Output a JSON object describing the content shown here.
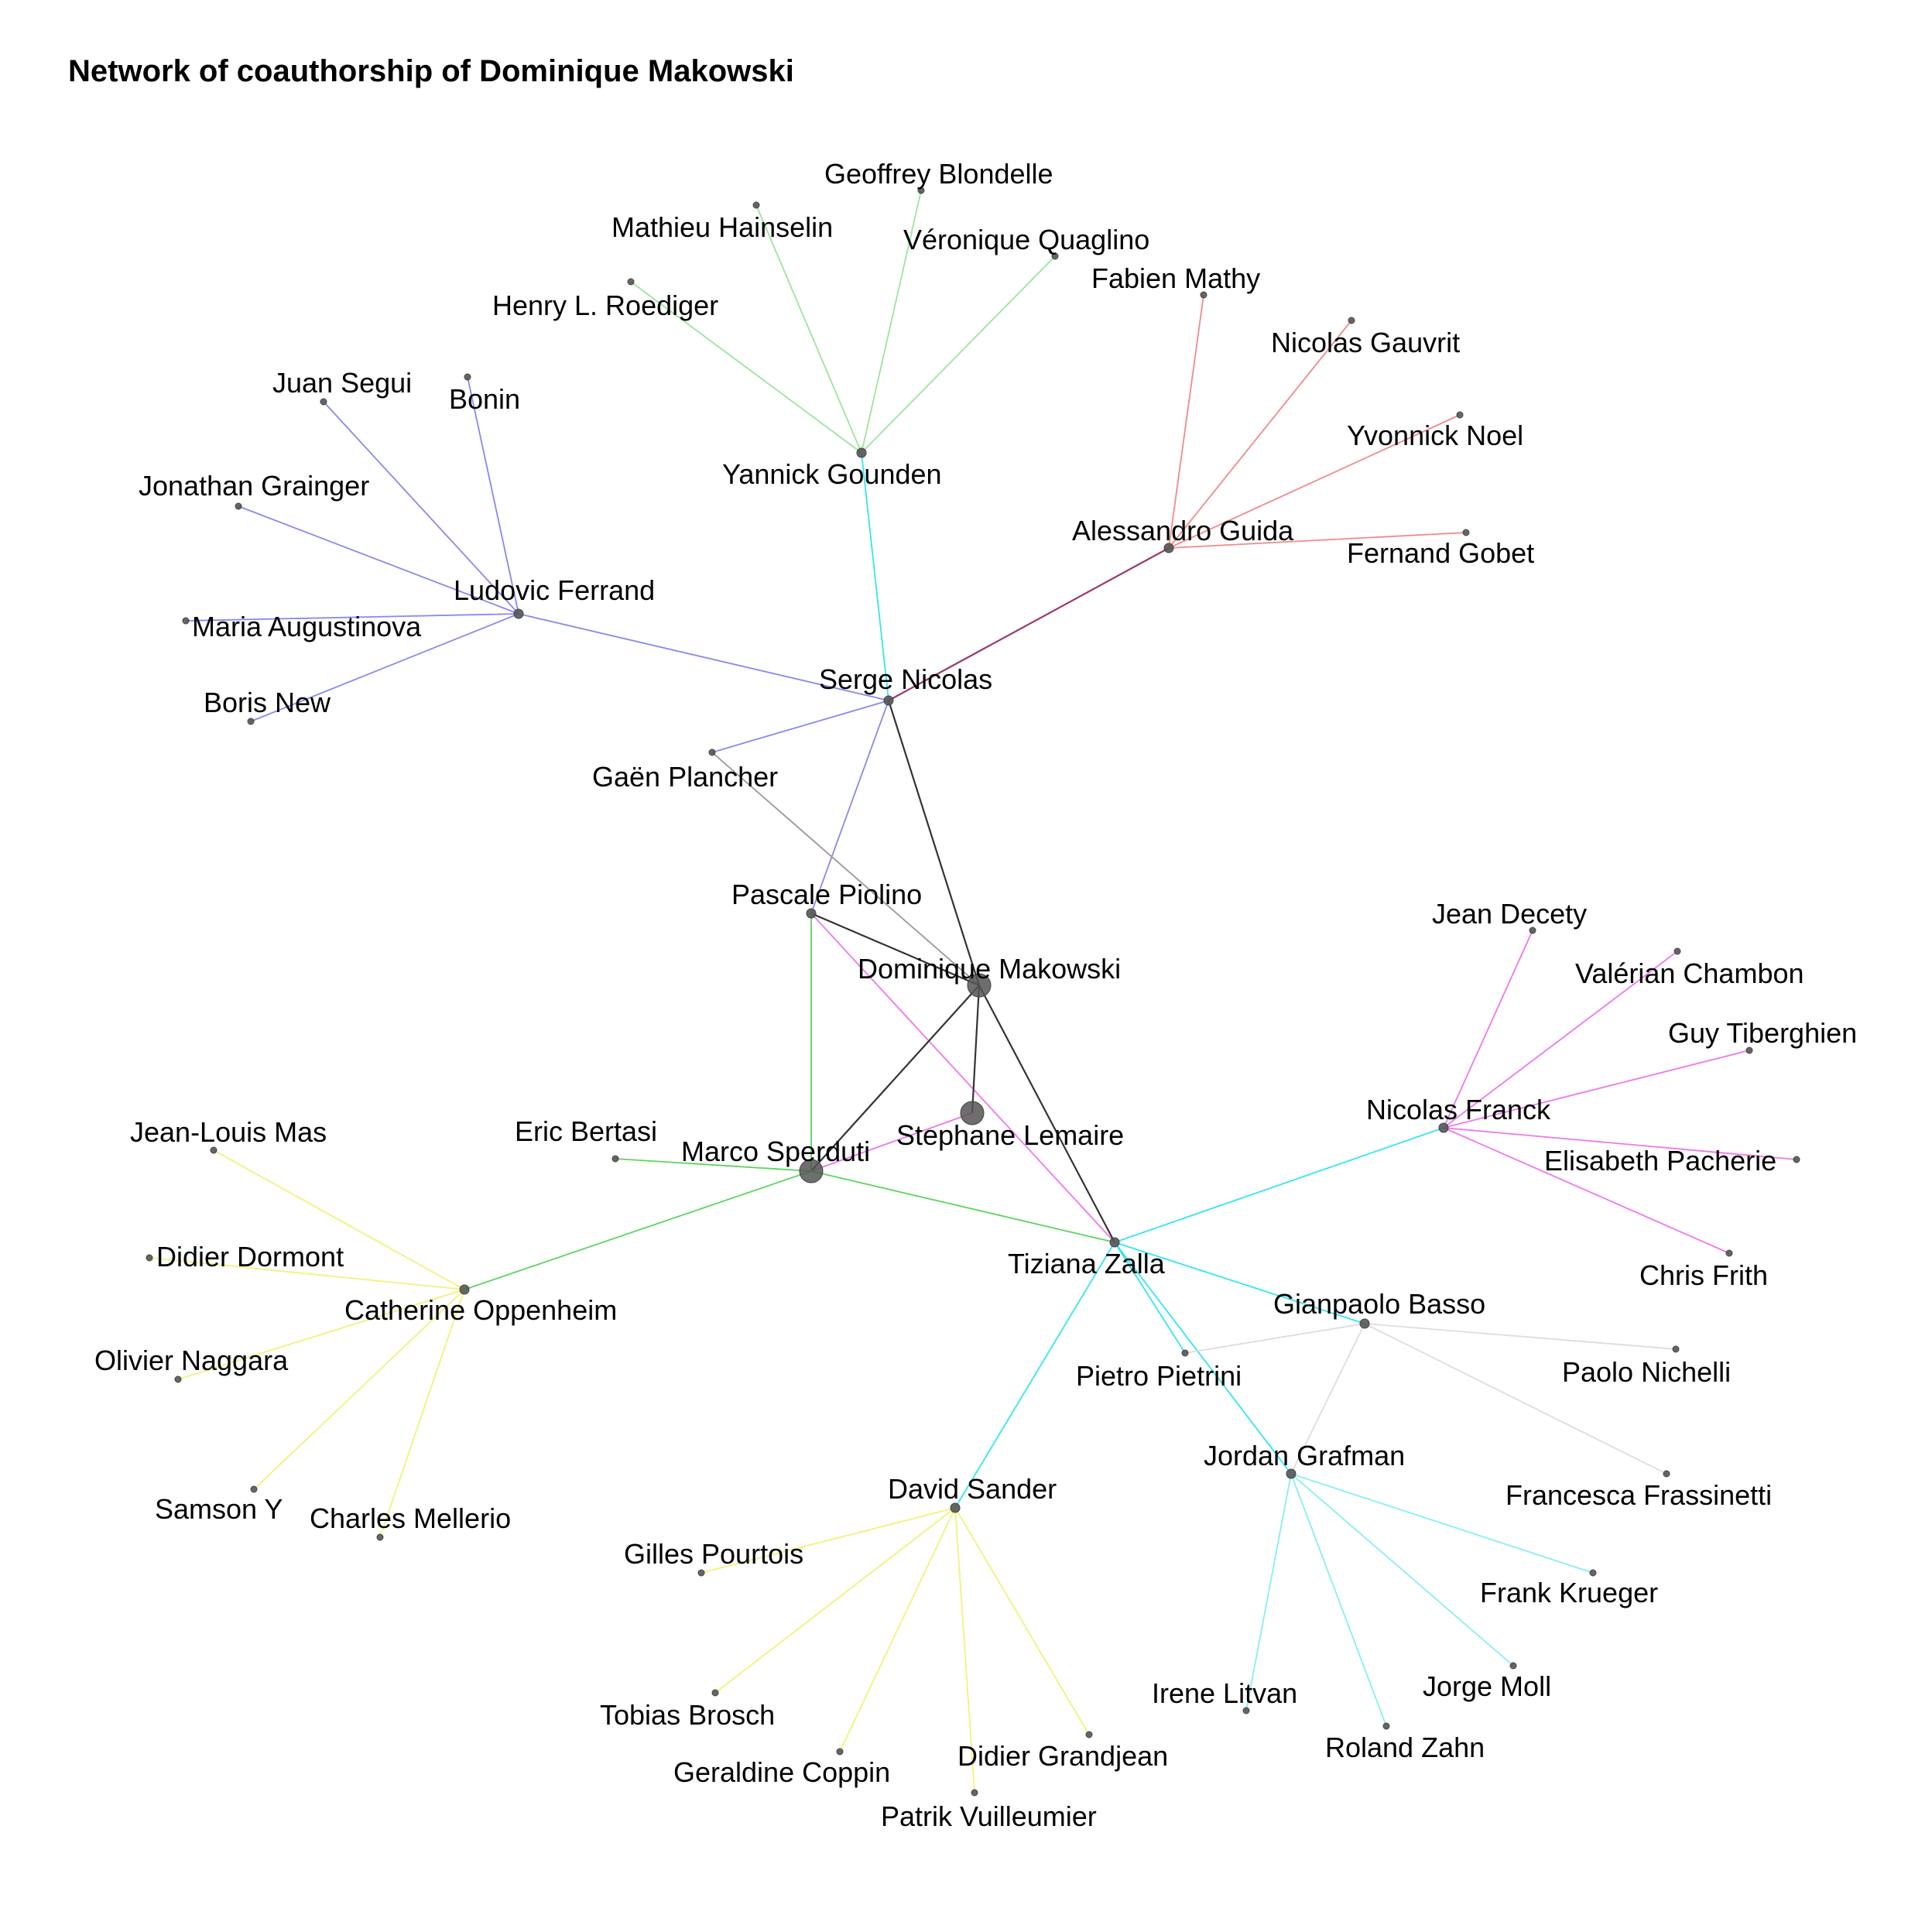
{
  "title": "Network of coauthorship of Dominique Makowski",
  "colors": {
    "green": "#5fd35f",
    "lightgreen": "#9be59b",
    "red": "#f08a8a",
    "blue": "#8888ee",
    "purple": "#9a3a70",
    "dark": "#333333",
    "gray": "#999999",
    "magenta": "#ee77ee",
    "cyan": "#33e6ee",
    "lightcyan": "#88eef2",
    "yellow": "#f2f27a",
    "lightgray": "#dddddd",
    "node": "#555555",
    "node_label": "#000000"
  },
  "nodes": [
    {
      "id": "dominique-makowski",
      "name": "Dominique Makowski",
      "size": "large"
    },
    {
      "id": "stephane-lemaire",
      "name": "Stephane Lemaire",
      "size": "large"
    },
    {
      "id": "marco-sperduti",
      "name": "Marco Sperduti",
      "size": "large"
    },
    {
      "id": "serge-nicolas",
      "name": "Serge Nicolas",
      "size": "small"
    },
    {
      "id": "pascale-piolino",
      "name": "Pascale Piolino",
      "size": "small"
    },
    {
      "id": "tiziana-zalla",
      "name": "Tiziana Zalla",
      "size": "small"
    },
    {
      "id": "yannick-gounden",
      "name": "Yannick Gounden",
      "size": "small"
    },
    {
      "id": "geoffrey-blondelle",
      "name": "Geoffrey Blondelle",
      "size": "small"
    },
    {
      "id": "mathieu-hainselin",
      "name": "Mathieu Hainselin",
      "size": "small"
    },
    {
      "id": "veronique-quaglino",
      "name": "Véronique Quaglino",
      "size": "small"
    },
    {
      "id": "henry-roediger",
      "name": "Henry L. Roediger",
      "size": "small"
    },
    {
      "id": "fabien-mathy",
      "name": "Fabien Mathy",
      "size": "small"
    },
    {
      "id": "nicolas-gauvrit",
      "name": "Nicolas Gauvrit",
      "size": "small"
    },
    {
      "id": "yvonnick-noel",
      "name": "Yvonnick Noel",
      "size": "small"
    },
    {
      "id": "alessandro-guida",
      "name": "Alessandro Guida",
      "size": "small"
    },
    {
      "id": "fernand-gobet",
      "name": "Fernand Gobet",
      "size": "small"
    },
    {
      "id": "juan-segui",
      "name": "Juan Segui",
      "size": "small"
    },
    {
      "id": "bonin",
      "name": "Bonin",
      "size": "small"
    },
    {
      "id": "jonathan-grainger",
      "name": "Jonathan Grainger",
      "size": "small"
    },
    {
      "id": "ludovic-ferrand",
      "name": "Ludovic Ferrand",
      "size": "small"
    },
    {
      "id": "maria-augustinova",
      "name": "Maria Augustinova",
      "size": "small"
    },
    {
      "id": "boris-new",
      "name": "Boris New",
      "size": "small"
    },
    {
      "id": "gaen-plancher",
      "name": "Gaën Plancher",
      "size": "small"
    },
    {
      "id": "jean-decety",
      "name": "Jean Decety",
      "size": "small"
    },
    {
      "id": "valerian-chambon",
      "name": "Valérian Chambon",
      "size": "small"
    },
    {
      "id": "guy-tiberghien",
      "name": "Guy Tiberghien",
      "size": "small"
    },
    {
      "id": "nicolas-franck",
      "name": "Nicolas Franck",
      "size": "small"
    },
    {
      "id": "elisabeth-pacherie",
      "name": "Elisabeth Pacherie",
      "size": "small"
    },
    {
      "id": "chris-frith",
      "name": "Chris Frith",
      "size": "small"
    },
    {
      "id": "eric-bertasi",
      "name": "Eric Bertasi",
      "size": "small"
    },
    {
      "id": "jean-louis-mas",
      "name": "Jean-Louis Mas",
      "size": "small"
    },
    {
      "id": "didier-dormont",
      "name": "Didier Dormont",
      "size": "small"
    },
    {
      "id": "catherine-oppenheim",
      "name": "Catherine Oppenheim",
      "size": "small"
    },
    {
      "id": "olivier-naggara",
      "name": "Olivier Naggara",
      "size": "small"
    },
    {
      "id": "samson-y",
      "name": "Samson Y",
      "size": "small"
    },
    {
      "id": "charles-mellerio",
      "name": "Charles Mellerio",
      "size": "small"
    },
    {
      "id": "gianpaolo-basso",
      "name": "Gianpaolo Basso",
      "size": "small"
    },
    {
      "id": "pietro-pietrini",
      "name": "Pietro Pietrini",
      "size": "small"
    },
    {
      "id": "paolo-nichelli",
      "name": "Paolo Nichelli",
      "size": "small"
    },
    {
      "id": "jordan-grafman",
      "name": "Jordan Grafman",
      "size": "small"
    },
    {
      "id": "francesca-frassinetti",
      "name": "Francesca Frassinetti",
      "size": "small"
    },
    {
      "id": "david-sander",
      "name": "David Sander",
      "size": "small"
    },
    {
      "id": "gilles-pourtois",
      "name": "Gilles Pourtois",
      "size": "small"
    },
    {
      "id": "frank-krueger",
      "name": "Frank Krueger",
      "size": "small"
    },
    {
      "id": "tobias-brosch",
      "name": "Tobias Brosch",
      "size": "small"
    },
    {
      "id": "irene-litvan",
      "name": "Irene Litvan",
      "size": "small"
    },
    {
      "id": "jorge-moll",
      "name": "Jorge Moll",
      "size": "small"
    },
    {
      "id": "geraldine-coppin",
      "name": "Geraldine Coppin",
      "size": "small"
    },
    {
      "id": "didier-grandjean",
      "name": "Didier Grandjean",
      "size": "small"
    },
    {
      "id": "roland-zahn",
      "name": "Roland Zahn",
      "size": "small"
    },
    {
      "id": "patrik-vuilleumier",
      "name": "Patrik Vuilleumier",
      "size": "small"
    }
  ],
  "edges": [
    {
      "source": "yannick-gounden",
      "target": "geoffrey-blondelle",
      "color": "lightgreen"
    },
    {
      "source": "yannick-gounden",
      "target": "mathieu-hainselin",
      "color": "lightgreen"
    },
    {
      "source": "yannick-gounden",
      "target": "veronique-quaglino",
      "color": "lightgreen"
    },
    {
      "source": "yannick-gounden",
      "target": "henry-roediger",
      "color": "lightgreen"
    },
    {
      "source": "yannick-gounden",
      "target": "serge-nicolas",
      "color": "cyan"
    },
    {
      "source": "alessandro-guida",
      "target": "fabien-mathy",
      "color": "red"
    },
    {
      "source": "alessandro-guida",
      "target": "nicolas-gauvrit",
      "color": "red"
    },
    {
      "source": "alessandro-guida",
      "target": "yvonnick-noel",
      "color": "red"
    },
    {
      "source": "alessandro-guida",
      "target": "fernand-gobet",
      "color": "red"
    },
    {
      "source": "alessandro-guida",
      "target": "serge-nicolas",
      "color": "purple"
    },
    {
      "source": "ludovic-ferrand",
      "target": "juan-segui",
      "color": "blue"
    },
    {
      "source": "ludovic-ferrand",
      "target": "bonin",
      "color": "blue"
    },
    {
      "source": "ludovic-ferrand",
      "target": "jonathan-grainger",
      "color": "blue"
    },
    {
      "source": "ludovic-ferrand",
      "target": "maria-augustinova",
      "color": "blue"
    },
    {
      "source": "ludovic-ferrand",
      "target": "boris-new",
      "color": "blue"
    },
    {
      "source": "ludovic-ferrand",
      "target": "serge-nicolas",
      "color": "blue"
    },
    {
      "source": "serge-nicolas",
      "target": "gaen-plancher",
      "color": "blue"
    },
    {
      "source": "serge-nicolas",
      "target": "pascale-piolino",
      "color": "blue"
    },
    {
      "source": "serge-nicolas",
      "target": "dominique-makowski",
      "color": "dark"
    },
    {
      "source": "gaen-plancher",
      "target": "dominique-makowski",
      "color": "gray"
    },
    {
      "source": "pascale-piolino",
      "target": "dominique-makowski",
      "color": "dark"
    },
    {
      "source": "pascale-piolino",
      "target": "marco-sperduti",
      "color": "green"
    },
    {
      "source": "pascale-piolino",
      "target": "tiziana-zalla",
      "color": "magenta"
    },
    {
      "source": "dominique-makowski",
      "target": "stephane-lemaire",
      "color": "dark"
    },
    {
      "source": "dominique-makowski",
      "target": "marco-sperduti",
      "color": "dark"
    },
    {
      "source": "dominique-makowski",
      "target": "tiziana-zalla",
      "color": "dark"
    },
    {
      "source": "marco-sperduti",
      "target": "stephane-lemaire",
      "color": "magenta"
    },
    {
      "source": "marco-sperduti",
      "target": "eric-bertasi",
      "color": "green"
    },
    {
      "source": "marco-sperduti",
      "target": "tiziana-zalla",
      "color": "green"
    },
    {
      "source": "marco-sperduti",
      "target": "catherine-oppenheim",
      "color": "green"
    },
    {
      "source": "catherine-oppenheim",
      "target": "jean-louis-mas",
      "color": "yellow"
    },
    {
      "source": "catherine-oppenheim",
      "target": "didier-dormont",
      "color": "yellow"
    },
    {
      "source": "catherine-oppenheim",
      "target": "olivier-naggara",
      "color": "yellow"
    },
    {
      "source": "catherine-oppenheim",
      "target": "samson-y",
      "color": "yellow"
    },
    {
      "source": "catherine-oppenheim",
      "target": "charles-mellerio",
      "color": "yellow"
    },
    {
      "source": "tiziana-zalla",
      "target": "nicolas-franck",
      "color": "cyan"
    },
    {
      "source": "tiziana-zalla",
      "target": "gianpaolo-basso",
      "color": "cyan"
    },
    {
      "source": "tiziana-zalla",
      "target": "pietro-pietrini",
      "color": "cyan"
    },
    {
      "source": "tiziana-zalla",
      "target": "jordan-grafman",
      "color": "cyan"
    },
    {
      "source": "tiziana-zalla",
      "target": "david-sander",
      "color": "cyan"
    },
    {
      "source": "nicolas-franck",
      "target": "jean-decety",
      "color": "magenta"
    },
    {
      "source": "nicolas-franck",
      "target": "valerian-chambon",
      "color": "magenta"
    },
    {
      "source": "nicolas-franck",
      "target": "guy-tiberghien",
      "color": "magenta"
    },
    {
      "source": "nicolas-franck",
      "target": "elisabeth-pacherie",
      "color": "magenta"
    },
    {
      "source": "nicolas-franck",
      "target": "chris-frith",
      "color": "magenta"
    },
    {
      "source": "gianpaolo-basso",
      "target": "pietro-pietrini",
      "color": "lightgray"
    },
    {
      "source": "gianpaolo-basso",
      "target": "paolo-nichelli",
      "color": "lightgray"
    },
    {
      "source": "gianpaolo-basso",
      "target": "francesca-frassinetti",
      "color": "lightgray"
    },
    {
      "source": "gianpaolo-basso",
      "target": "jordan-grafman",
      "color": "lightgray"
    },
    {
      "source": "jordan-grafman",
      "target": "frank-krueger",
      "color": "lightcyan"
    },
    {
      "source": "jordan-grafman",
      "target": "irene-litvan",
      "color": "lightcyan"
    },
    {
      "source": "jordan-grafman",
      "target": "jorge-moll",
      "color": "lightcyan"
    },
    {
      "source": "jordan-grafman",
      "target": "roland-zahn",
      "color": "lightcyan"
    },
    {
      "source": "david-sander",
      "target": "gilles-pourtois",
      "color": "yellow"
    },
    {
      "source": "david-sander",
      "target": "tobias-brosch",
      "color": "yellow"
    },
    {
      "source": "david-sander",
      "target": "geraldine-coppin",
      "color": "yellow"
    },
    {
      "source": "david-sander",
      "target": "didier-grandjean",
      "color": "yellow"
    },
    {
      "source": "david-sander",
      "target": "patrik-vuilleumier",
      "color": "yellow"
    }
  ]
}
